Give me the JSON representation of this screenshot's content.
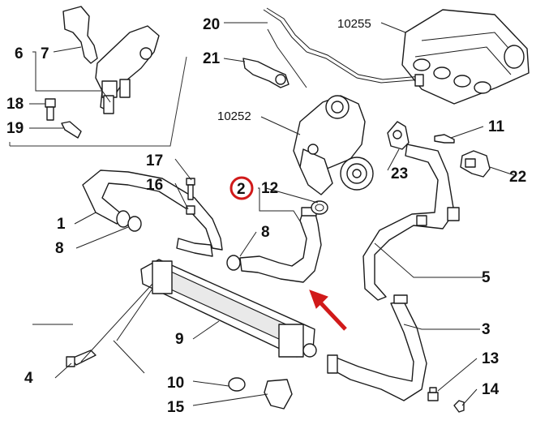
{
  "diagram": {
    "callouts": {
      "c1": "1",
      "c2": "2",
      "c3": "3",
      "c4": "4",
      "c5": "5",
      "c6": "6",
      "c7": "7",
      "c8a": "8",
      "c8b": "8",
      "c9": "9",
      "c10": "10",
      "c11": "11",
      "c12": "12",
      "c13": "13",
      "c14": "14",
      "c15": "15",
      "c16": "16",
      "c17": "17",
      "c18": "18",
      "c19": "19",
      "c20": "20",
      "c21": "21",
      "c22": "22",
      "c23": "23",
      "c10252": "10252",
      "c10255": "10255"
    },
    "highlighted_callout": "2",
    "colors": {
      "highlight": "#d11a1a",
      "line": "#1a1a1a",
      "background": "#ffffff"
    }
  }
}
